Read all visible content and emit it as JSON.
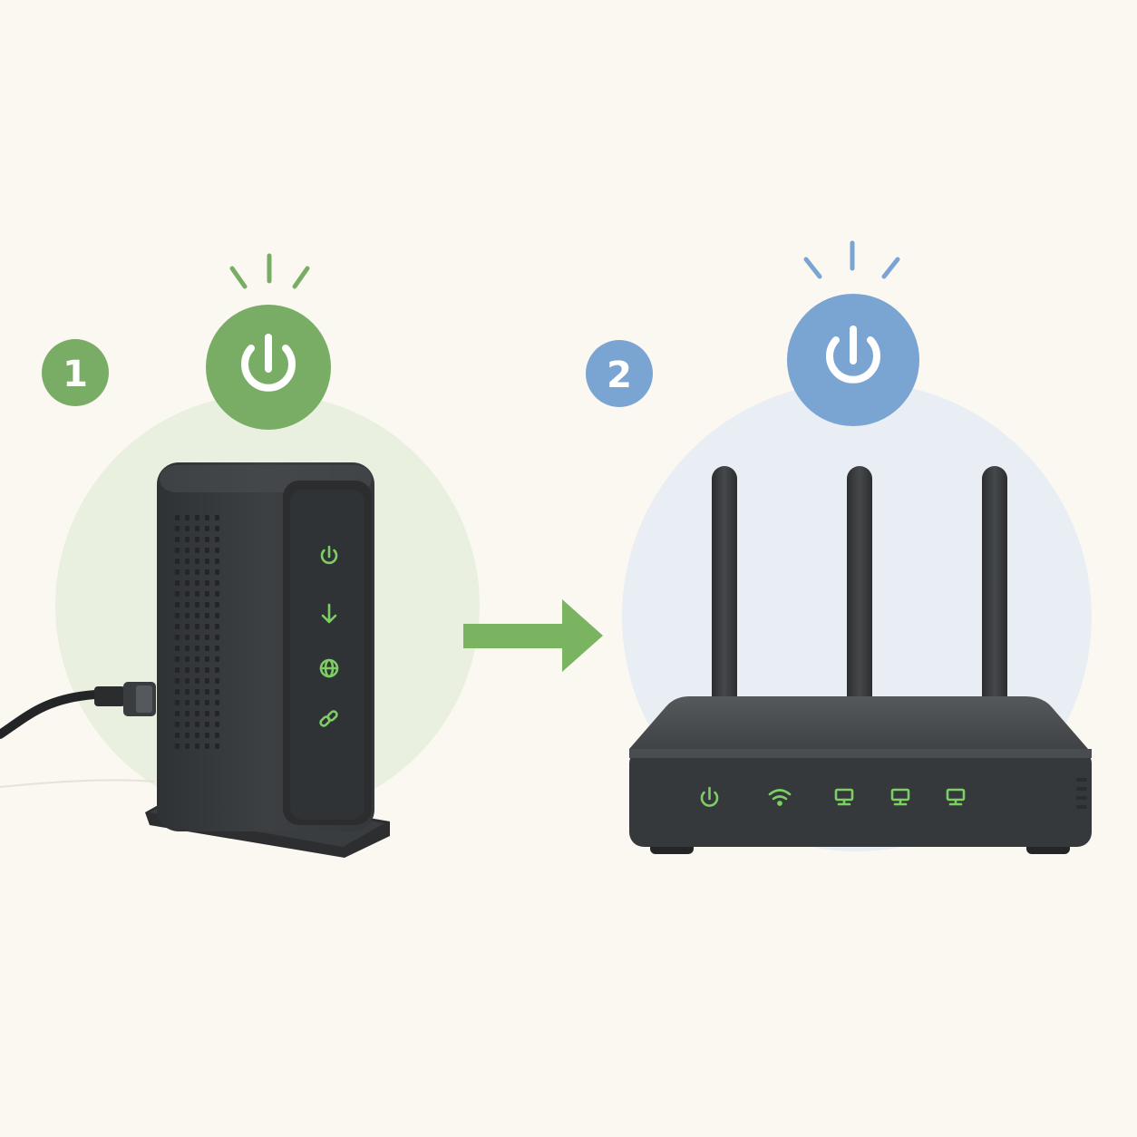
{
  "steps": [
    {
      "number": "1",
      "device": "modem",
      "action": "power-on",
      "accent": "#79ad66",
      "halo": "#e9f0df",
      "indicator_icons": [
        "power-icon",
        "download-arrow-icon",
        "globe-icon",
        "link-icon"
      ]
    },
    {
      "number": "2",
      "device": "router",
      "action": "power-on",
      "accent": "#7aa5d3",
      "halo": "#e8eef4",
      "indicator_icons": [
        "power-icon",
        "wifi-icon",
        "ethernet-port-icon",
        "ethernet-port-icon",
        "ethernet-port-icon"
      ]
    }
  ],
  "connector": {
    "icon": "right-arrow-icon",
    "color": "#7bb460"
  },
  "colors": {
    "background": "#fbf8f2",
    "device_body": "#3a3d3f",
    "device_panel": "#2b2d2f",
    "led_green": "#7ccf62"
  }
}
